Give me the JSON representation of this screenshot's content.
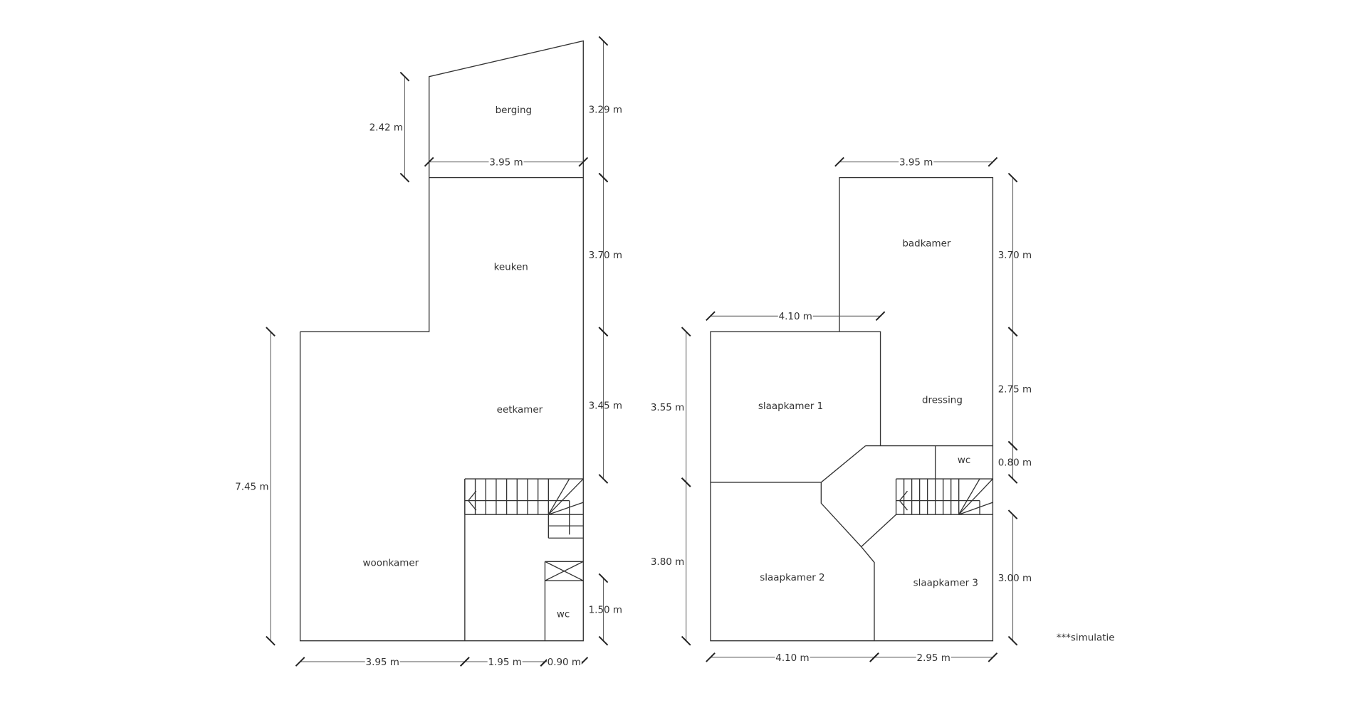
{
  "ground_floor": {
    "rooms": {
      "berging": "berging",
      "keuken": "keuken",
      "eetkamer": "eetkamer",
      "woonkamer": "woonkamer",
      "wc": "wc"
    },
    "dimensions": {
      "berging_depth_right": "3.29 m",
      "berging_depth_left": "2.42 m",
      "berging_width": "3.95 m",
      "keuken_depth": "3.70 m",
      "eetkamer_depth": "3.45 m",
      "wc_depth": "1.50 m",
      "woonkamer_depth": "7.45 m",
      "bottom_left": "3.95 m",
      "bottom_middle": "1.95 m",
      "bottom_right": "0.90 m"
    }
  },
  "first_floor": {
    "rooms": {
      "badkamer": "badkamer",
      "dressing": "dressing",
      "wc": "wc",
      "slaapkamer1": "slaapkamer 1",
      "slaapkamer2": "slaapkamer 2",
      "slaapkamer3": "slaapkamer 3"
    },
    "dimensions": {
      "badkamer_width": "3.95 m",
      "slaapkamer1_width": "4.10 m",
      "badkamer_depth": "3.70 m",
      "dressing_depth": "2.75 m",
      "wc_depth": "0.80 m",
      "slaapkamer3_depth": "3.00 m",
      "slaapkamer1_depth": "3.55 m",
      "slaapkamer2_depth": "3.80 m",
      "bottom_left": "4.10 m",
      "bottom_right": "2.95 m"
    }
  },
  "note": "***simulatie"
}
